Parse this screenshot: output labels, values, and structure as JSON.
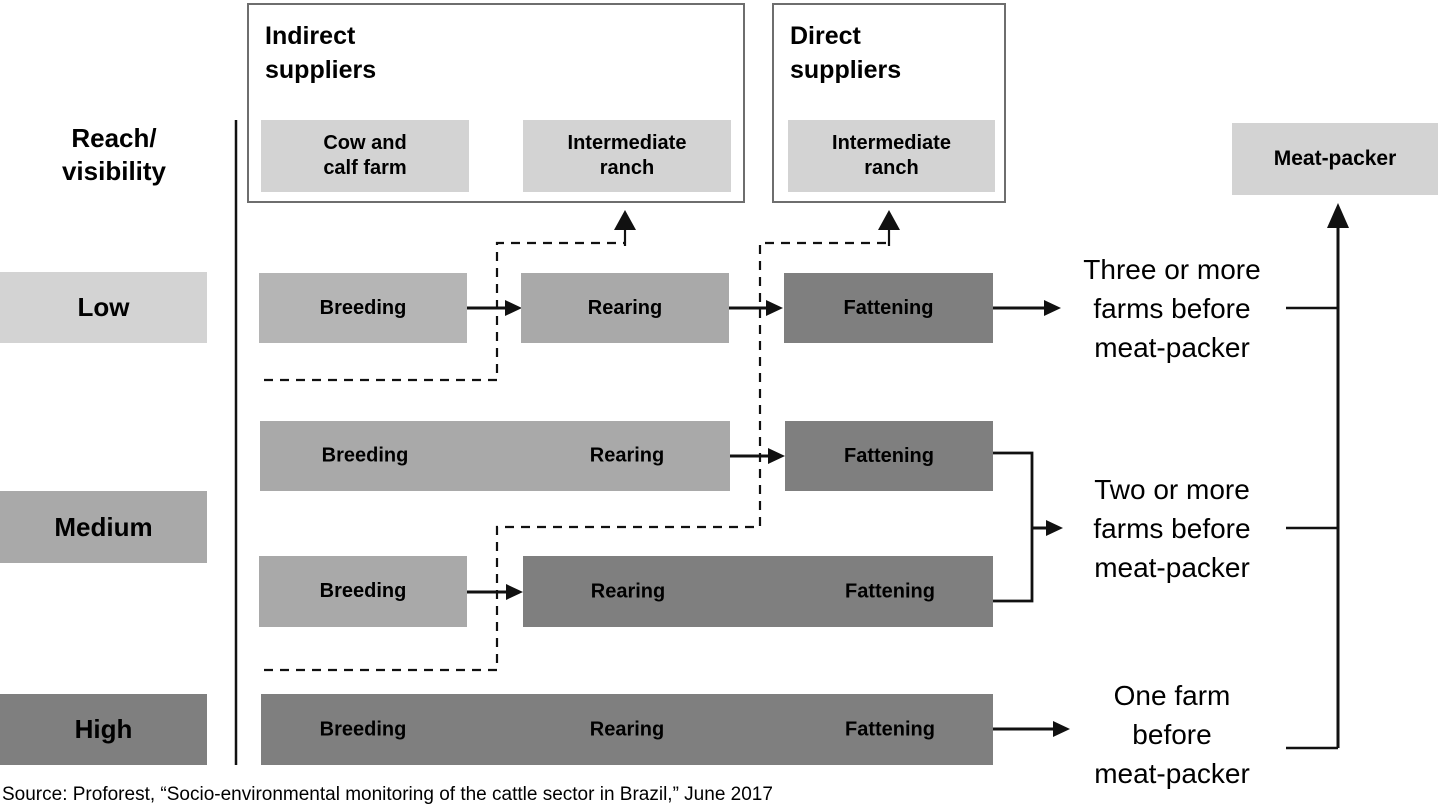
{
  "colors": {
    "light": "#d3d3d3",
    "breeding": "#b5b5b5",
    "medium": "#a9a9a9",
    "dark": "#7f7f7f"
  },
  "reach": {
    "l1": "Reach/",
    "l2": "visibility"
  },
  "levels": {
    "low": "Low",
    "medium": "Medium",
    "high": "High"
  },
  "suppliers": {
    "indirect": {
      "t1": "Indirect",
      "t2": "suppliers",
      "box1_l1": "Cow and",
      "box1_l2": "calf farm",
      "box2_l1": "Intermediate",
      "box2_l2": "ranch"
    },
    "direct": {
      "t1": "Direct",
      "t2": "suppliers",
      "box1_l1": "Intermediate",
      "box1_l2": "ranch"
    }
  },
  "meat_packer": "Meat-packer",
  "chains": {
    "row1": {
      "breeding": "Breeding",
      "rearing": "Rearing",
      "fattening": "Fattening"
    },
    "row2": {
      "breeding": "Breeding",
      "rearing": "Rearing",
      "fattening": "Fattening"
    },
    "row3": {
      "breeding": "Breeding",
      "rearing": "Rearing",
      "fattening": "Fattening"
    },
    "row4": {
      "breeding": "Breeding",
      "rearing": "Rearing",
      "fattening": "Fattening"
    }
  },
  "annotations": {
    "three": {
      "l1": "Three or more",
      "l2": "farms before",
      "l3": "meat-packer"
    },
    "two": {
      "l1": "Two or more",
      "l2": "farms before",
      "l3": "meat-packer"
    },
    "one": {
      "l1": "One farm",
      "l2": "before",
      "l3": "meat-packer"
    }
  },
  "source": "Source: Proforest, “Socio-environmental monitoring of the cattle sector in Brazil,” June 2017"
}
